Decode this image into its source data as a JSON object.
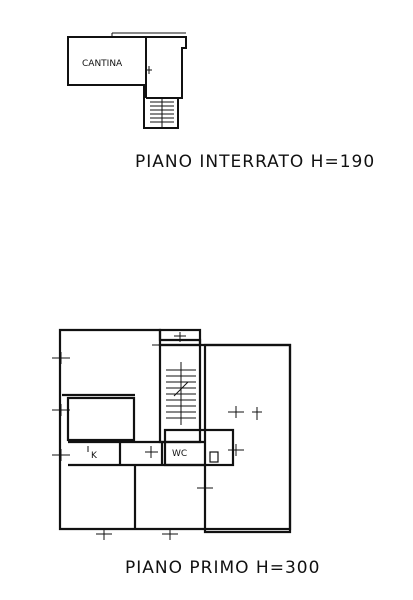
{
  "basement": {
    "room_label": "CANTINA",
    "caption": "PIANO INTERRATO H=190"
  },
  "first_floor": {
    "kitchen_label": "K",
    "wc_label": "WC",
    "caption": "PIANO PRIMO H=300"
  }
}
